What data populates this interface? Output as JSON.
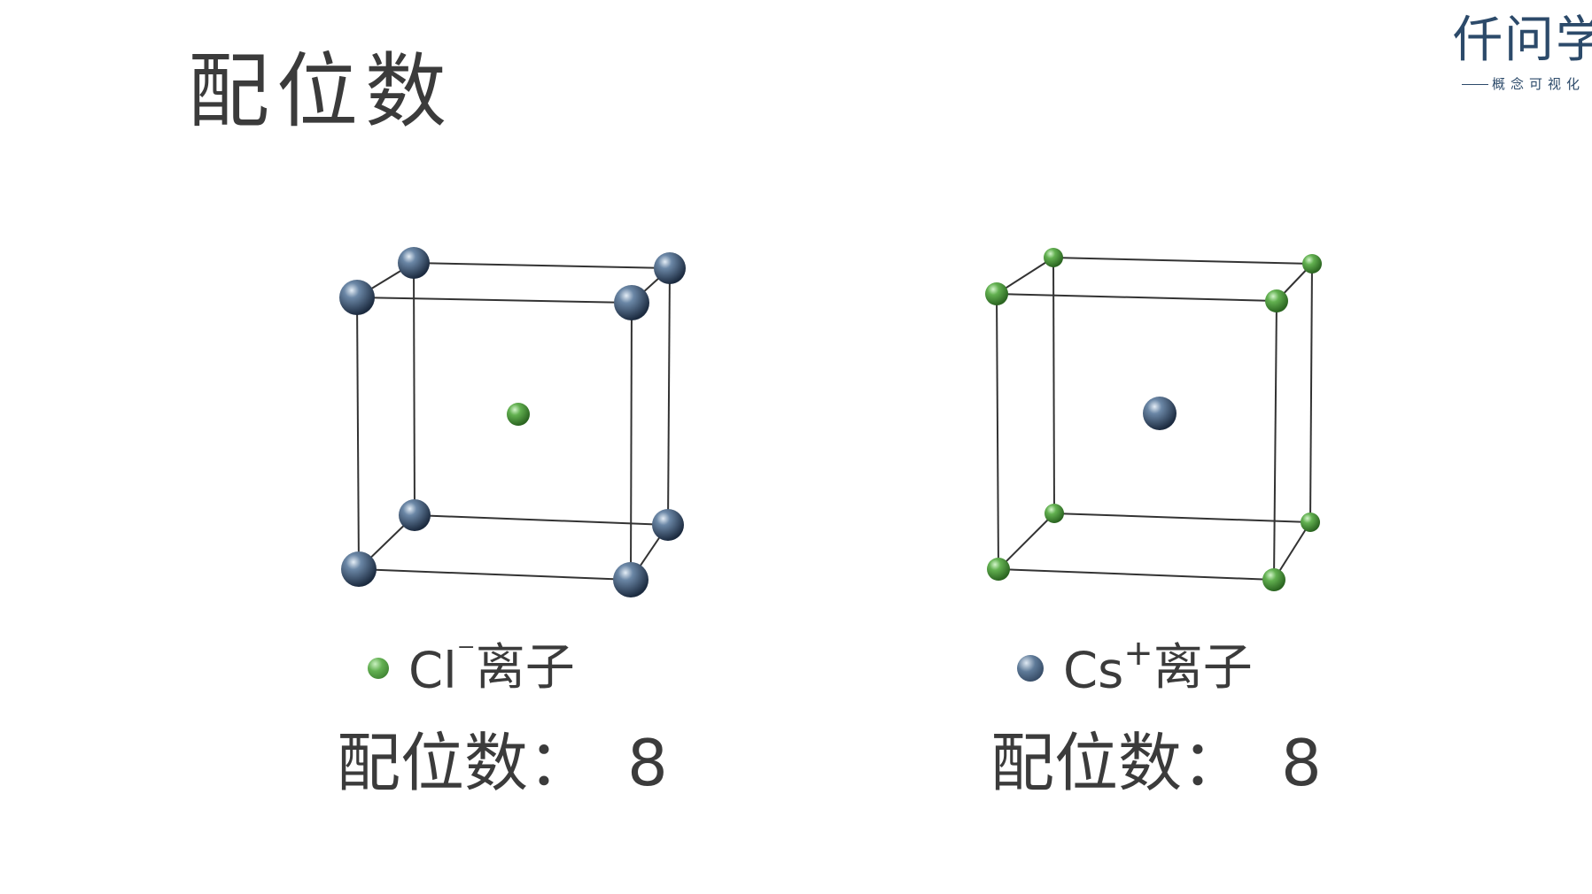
{
  "title": "配位数",
  "logo": {
    "main": "仟问学",
    "sub": "概念可视化"
  },
  "colors": {
    "chloride_atom": "#5fae4e",
    "cesium_atom": "#4f6a88",
    "edge": "#333333",
    "text": "#3b3b3b",
    "logo": "#2c4a6a"
  },
  "panels": [
    {
      "corner_atom": "cesium",
      "center_atom": "chloride",
      "legend_atom": "chloride",
      "ion_symbol": "Cl",
      "ion_charge": "⁻",
      "ion_suffix": "离子",
      "cn_label": "配位数：",
      "cn_value": "8"
    },
    {
      "corner_atom": "chloride",
      "center_atom": "cesium",
      "legend_atom": "cesium",
      "ion_symbol": "Cs",
      "ion_charge": "+",
      "ion_suffix": "离子",
      "cn_label": "配位数：",
      "cn_value": "8"
    }
  ]
}
